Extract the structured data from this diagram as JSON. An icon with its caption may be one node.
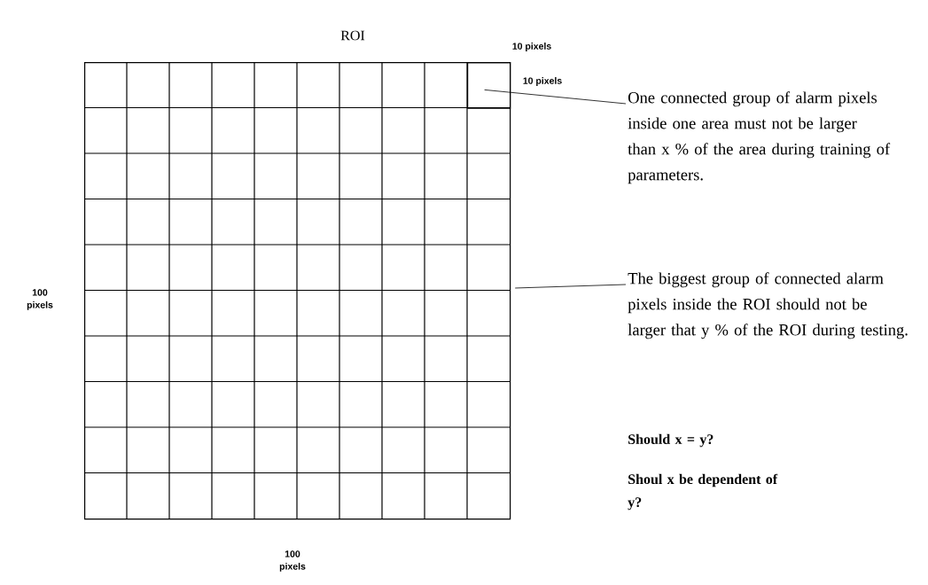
{
  "diagram": {
    "nodes": [
      {
        "text": [
          "ROI"
        ]
      },
      {
        "text": [],
        "shape": "box",
        "in": 0
      },
      {
        "text": [
          "One connected group of alarm pixels inside one area must not be larger than x % of the area during training of parameters."
        ]
      },
      {
        "text": [
          "The biggest group of connected alarm pixels inside the ROI should not be larger that y % of the ROI during testing."
        ]
      }
    ],
    "edges": [
      {
        "from": 2,
        "to": 1,
        "arrow": "none"
      },
      {
        "from": 3,
        "to": 0,
        "arrow": "none"
      }
    ],
    "labels": [
      "10 pixels",
      "10 pixels",
      "100 pixels",
      "100 pixels",
      "Should x = y?",
      "Shoul x be dependent of y?"
    ]
  }
}
